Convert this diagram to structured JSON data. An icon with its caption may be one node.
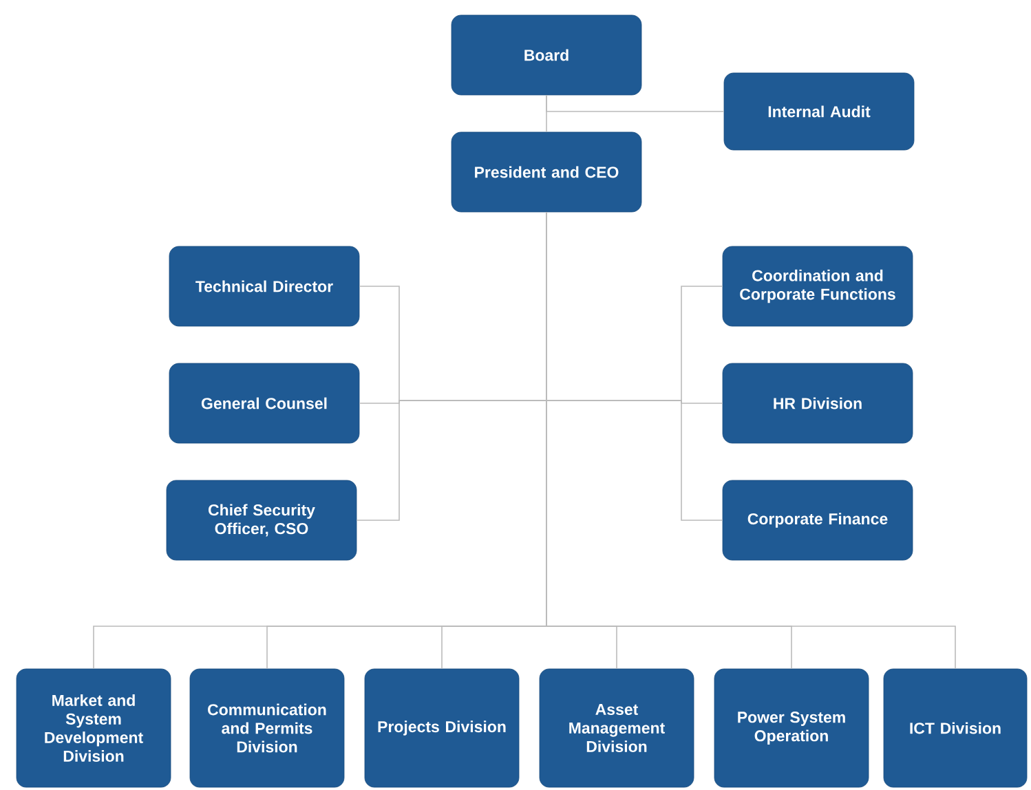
{
  "diagram": {
    "nodes": [
      {
        "text": [
          "Board"
        ]
      },
      {
        "text": [
          "Internal Audit"
        ]
      },
      {
        "text": [
          "President and CEO"
        ]
      },
      {
        "text": [
          "Technical Director"
        ]
      },
      {
        "text": [
          "General Counsel"
        ]
      },
      {
        "text": [
          "Chief Security Officer, CSO"
        ]
      },
      {
        "text": [
          "Coordination and Corporate Functions"
        ]
      },
      {
        "text": [
          "HR Division"
        ]
      },
      {
        "text": [
          "Corporate Finance"
        ]
      },
      {
        "text": [
          "Market and System Development Division"
        ]
      },
      {
        "text": [
          "Communication and Permits Division"
        ]
      },
      {
        "text": [
          "Projects Division"
        ]
      },
      {
        "text": [
          "Asset Management Division"
        ]
      },
      {
        "text": [
          "Power System Operation"
        ]
      },
      {
        "text": [
          "ICT Division"
        ]
      }
    ],
    "edges": [
      {
        "from": 0,
        "to": 2,
        "arrow": "none"
      },
      {
        "from": 0,
        "to": 1,
        "arrow": "none"
      },
      {
        "from": 2,
        "to": 3,
        "arrow": "none"
      },
      {
        "from": 2,
        "to": 4,
        "arrow": "none"
      },
      {
        "from": 2,
        "to": 5,
        "arrow": "none"
      },
      {
        "from": 2,
        "to": 6,
        "arrow": "none"
      },
      {
        "from": 2,
        "to": 7,
        "arrow": "none"
      },
      {
        "from": 2,
        "to": 8,
        "arrow": "none"
      },
      {
        "from": 2,
        "to": 9,
        "arrow": "none"
      },
      {
        "from": 2,
        "to": 10,
        "arrow": "none"
      },
      {
        "from": 2,
        "to": 11,
        "arrow": "none"
      },
      {
        "from": 2,
        "to": 12,
        "arrow": "none"
      },
      {
        "from": 2,
        "to": 13,
        "arrow": "none"
      },
      {
        "from": 2,
        "to": 14,
        "arrow": "none"
      }
    ]
  }
}
